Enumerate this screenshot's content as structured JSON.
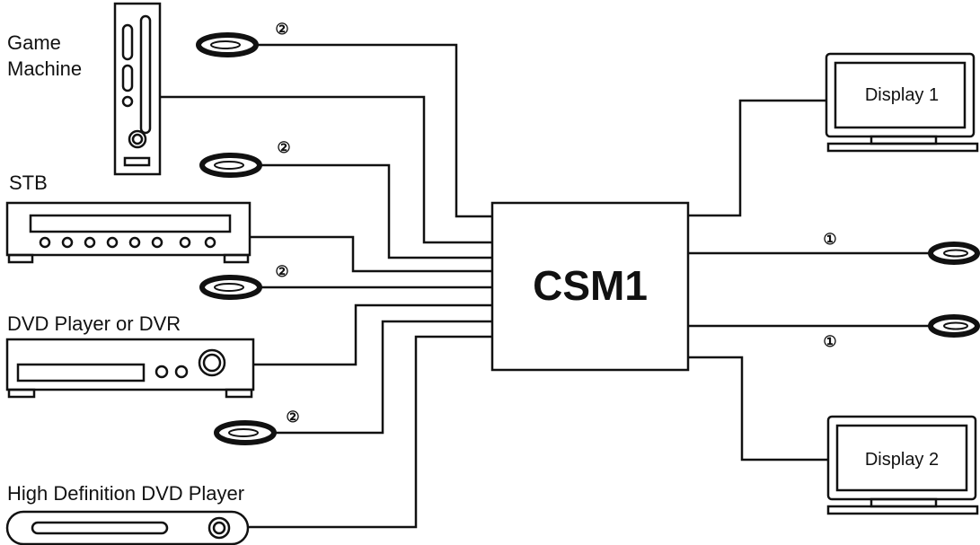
{
  "diagram": {
    "hub": {
      "label": "CSM1"
    },
    "sources": {
      "game_machine": {
        "label_line1": "Game",
        "label_line2": "Machine"
      },
      "stb": {
        "label": "STB"
      },
      "dvd": {
        "label": "DVD Player or DVR"
      },
      "hd_dvd": {
        "label": "High Definition DVD Player"
      }
    },
    "displays": {
      "display1": {
        "label": "Display 1"
      },
      "display2": {
        "label": "Display 2"
      }
    },
    "markers": {
      "sensor": "②",
      "emitter": "①"
    }
  }
}
